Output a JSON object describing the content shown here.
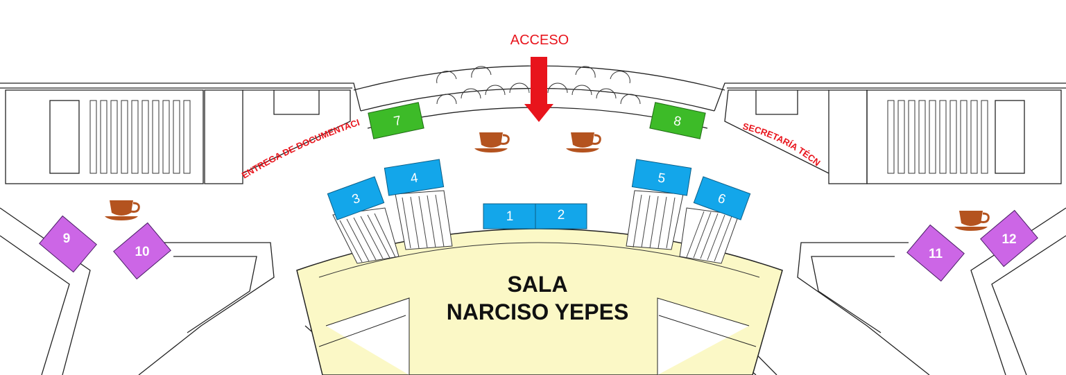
{
  "access": {
    "label": "ACCESO",
    "color": "#e8141c"
  },
  "hall": {
    "line1": "SALA",
    "line2": "NARCISO YEPES",
    "fill": "#fbf8c6"
  },
  "areas": {
    "documentation": "ENTREGA DE DOCUMENTACIÓN",
    "secretariat": "SECRETARÍA TÉCNICA"
  },
  "stand_colors": {
    "blue": "#13a6ea",
    "green": "#3dbb28",
    "purple": "#cc66e6"
  },
  "stands": [
    {
      "number": "1",
      "color": "blue"
    },
    {
      "number": "2",
      "color": "blue"
    },
    {
      "number": "3",
      "color": "blue"
    },
    {
      "number": "4",
      "color": "blue"
    },
    {
      "number": "5",
      "color": "blue"
    },
    {
      "number": "6",
      "color": "blue"
    },
    {
      "number": "7",
      "color": "green"
    },
    {
      "number": "8",
      "color": "green"
    },
    {
      "number": "9",
      "color": "purple"
    },
    {
      "number": "10",
      "color": "purple"
    },
    {
      "number": "11",
      "color": "purple"
    },
    {
      "number": "12",
      "color": "purple"
    }
  ],
  "icons": {
    "coffee": "coffee-cup-icon",
    "coffee_color": "#b4531f",
    "access_arrow": "arrow-down-icon"
  }
}
